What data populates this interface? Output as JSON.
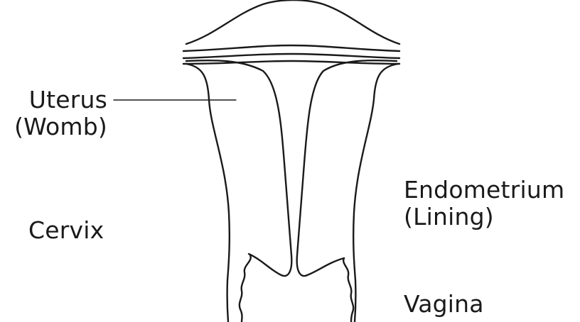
{
  "labels": {
    "uterus": {
      "line1": "Uterus",
      "line2": "(Womb)"
    },
    "cervix": "Cervix",
    "endometrium": {
      "line1": "Endometrium",
      "line2": "(Lining)"
    },
    "vagina": "Vagina"
  },
  "colors": {
    "stroke": "#1a1a1a",
    "background": "#ffffff"
  }
}
